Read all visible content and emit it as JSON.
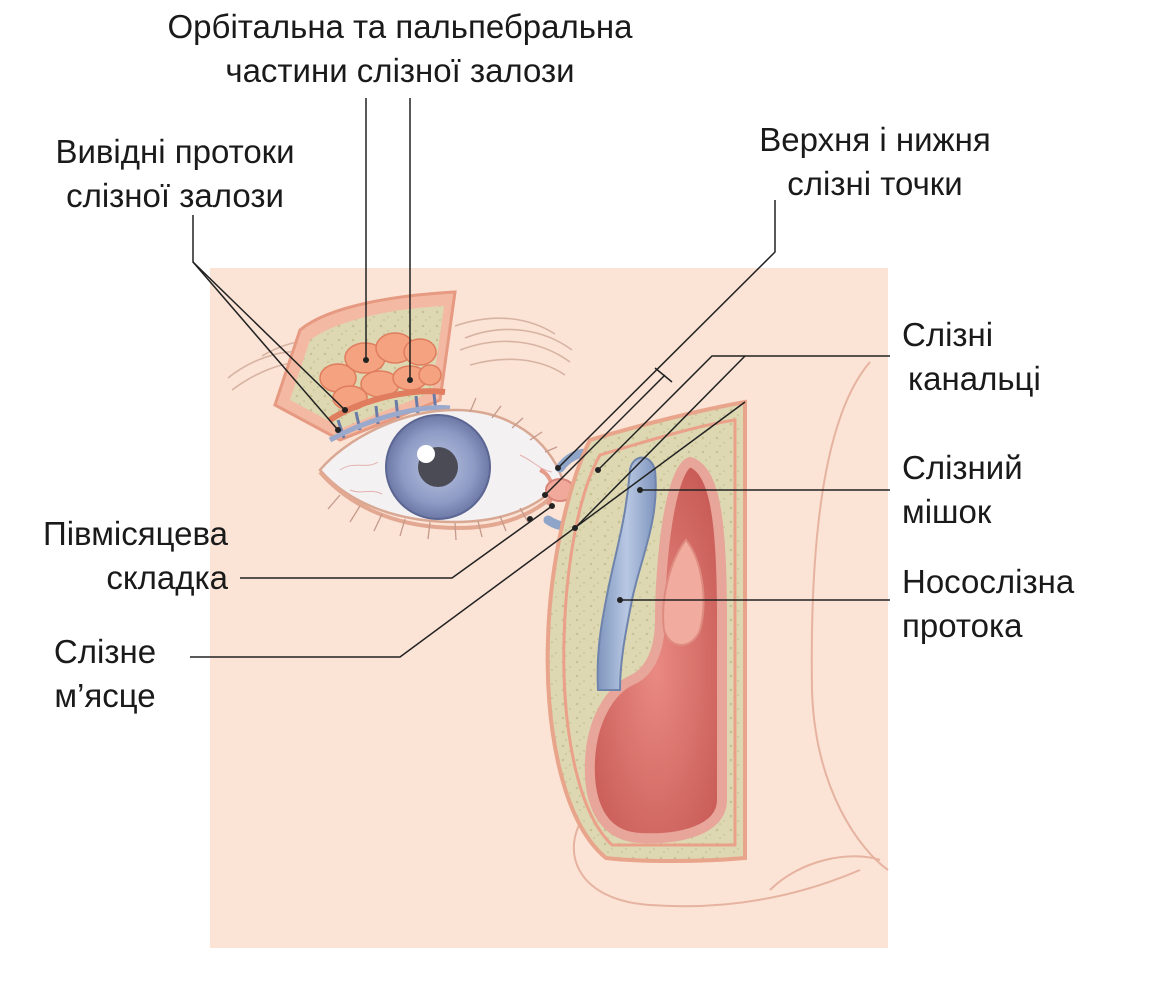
{
  "labels": {
    "glandParts": [
      "Орбітальна та пальпебральна",
      "частини слізної залози"
    ],
    "ducts": [
      "Вивідні протоки",
      "слізної залози"
    ],
    "puncta": [
      "Верхня і нижня",
      "слізні точки"
    ],
    "canaliculi": [
      "Слізні",
      "канальці"
    ],
    "sac": [
      "Слізний",
      "мішок"
    ],
    "nasolacrimal": [
      "Носослізна",
      "протока"
    ],
    "plica": [
      "Півмісяцева",
      "складка"
    ],
    "caruncle": [
      "Слізне",
      "м’ясце"
    ]
  },
  "colors": {
    "skin": "#fbe3d6",
    "bone": "#dcd7b0",
    "boneEdge": "#e9a58b",
    "gland": "#f4a27f",
    "mucosa": "#d96a63",
    "duct": "#9db3d4",
    "iris": "#8b97bf",
    "leader": "#222222"
  }
}
